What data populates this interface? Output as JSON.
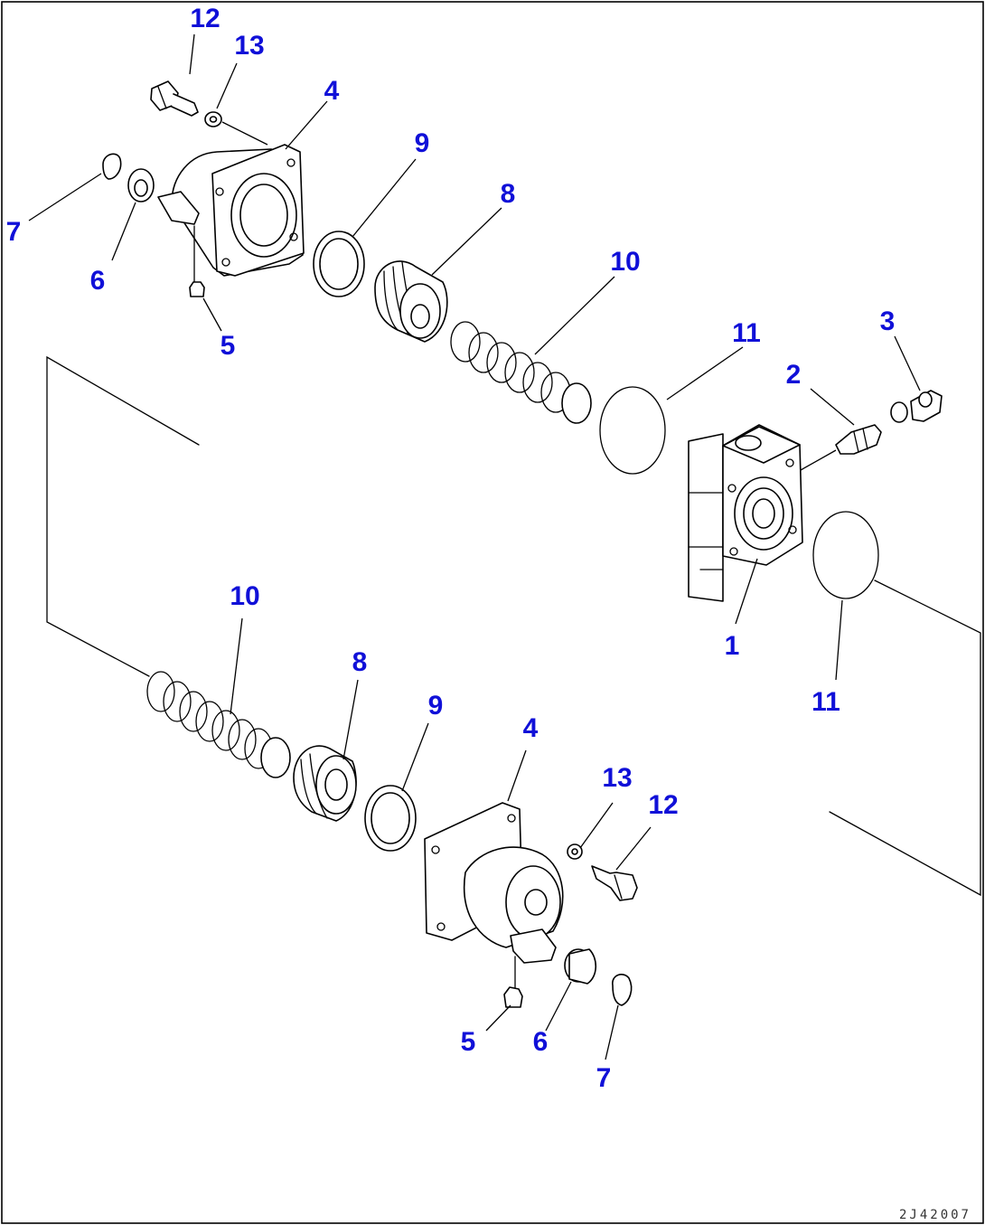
{
  "callouts": {
    "c1": "1",
    "c2": "2",
    "c3": "3",
    "c4_top": "4",
    "c4_bot": "4",
    "c5_top": "5",
    "c5_bot": "5",
    "c6_top": "6",
    "c6_bot": "6",
    "c7_top": "7",
    "c7_bot": "7",
    "c8_top": "8",
    "c8_bot": "8",
    "c9_top": "9",
    "c9_bot": "9",
    "c10_top": "10",
    "c10_bot": "10",
    "c11_a": "11",
    "c11_b": "11",
    "c12_top": "12",
    "c12_bot": "12",
    "c13_top": "13",
    "c13_bot": "13"
  },
  "drawing_code": "2J42007",
  "colors": {
    "callout": "#1010d8",
    "line": "#000000",
    "background": "#ffffff"
  }
}
